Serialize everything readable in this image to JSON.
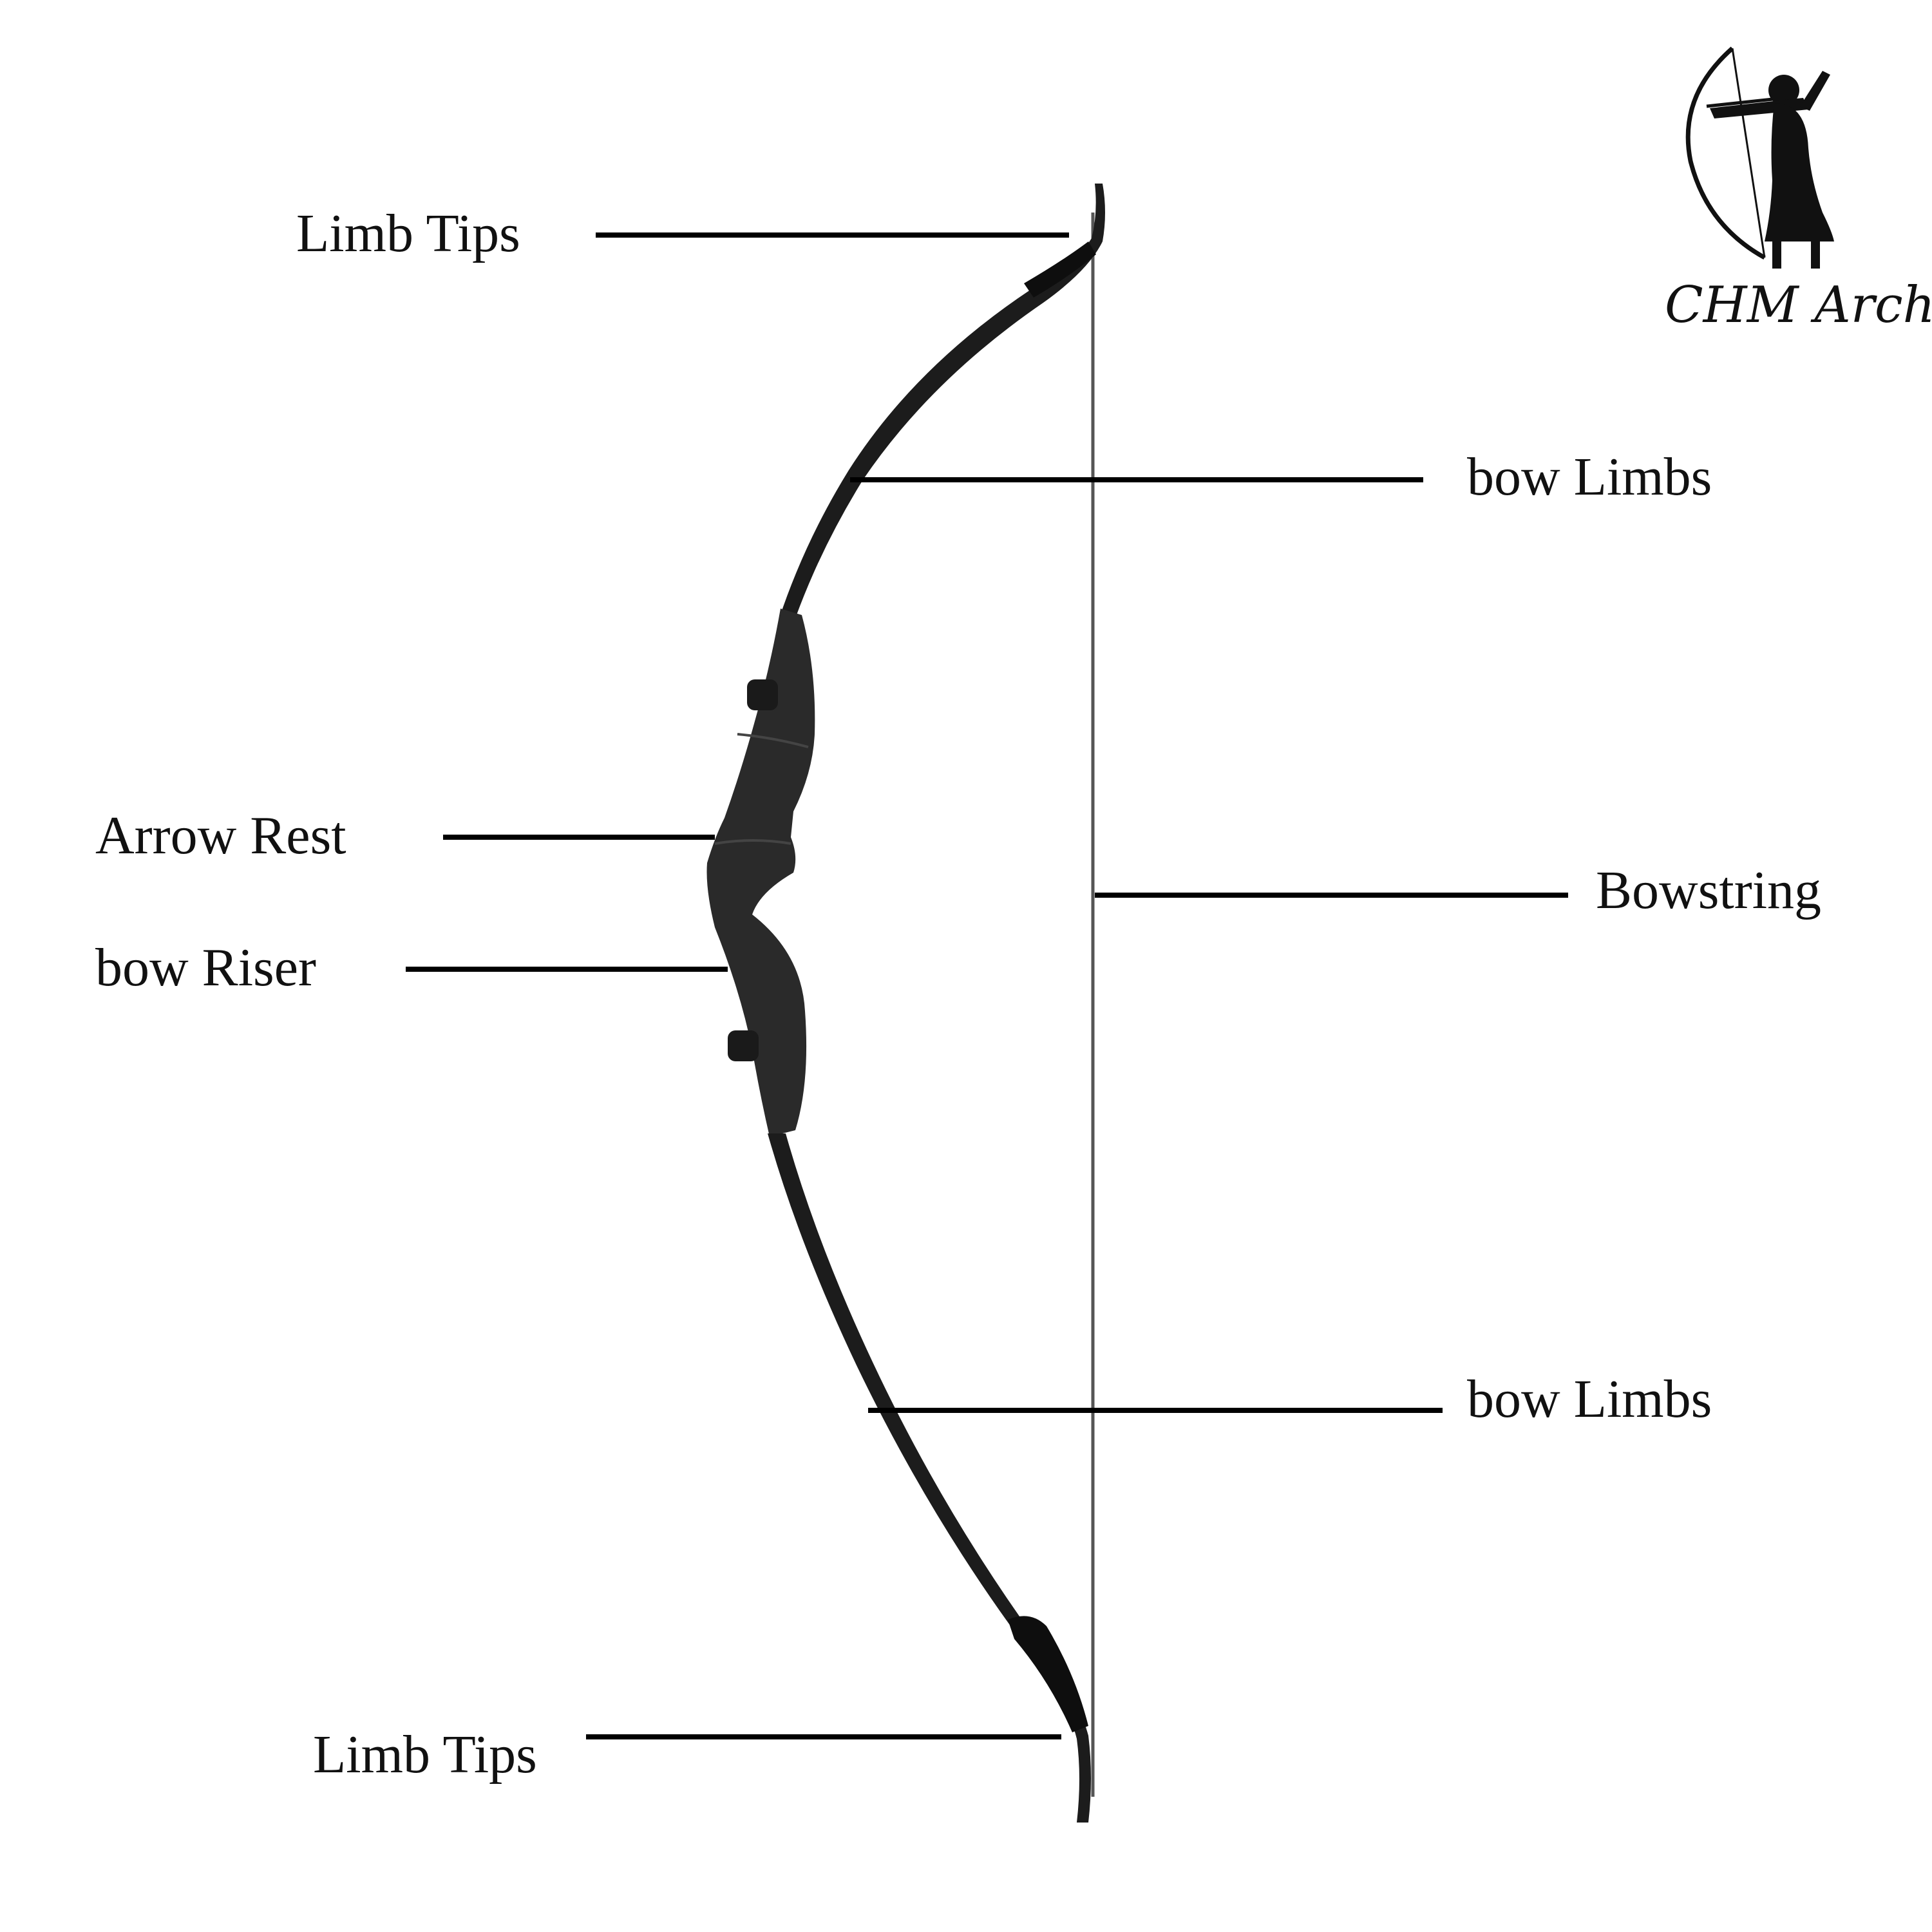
{
  "labels": {
    "limb_tips_top": "Limb Tips",
    "bow_limbs_upper": "bow Limbs",
    "arrow_rest": "Arrow Rest",
    "bowstring": "Bowstring",
    "bow_riser": "bow Riser",
    "bow_limbs_lower": "bow Limbs",
    "limb_tips_bottom": "Limb Tips"
  },
  "logo": {
    "text": "CHM Archery"
  },
  "colors": {
    "background": "#ffffff",
    "bow": "#1c1c1c",
    "riser": "#2a2a2a",
    "line": "#000000"
  },
  "icons": {
    "logo": "archer-silhouette-icon"
  }
}
